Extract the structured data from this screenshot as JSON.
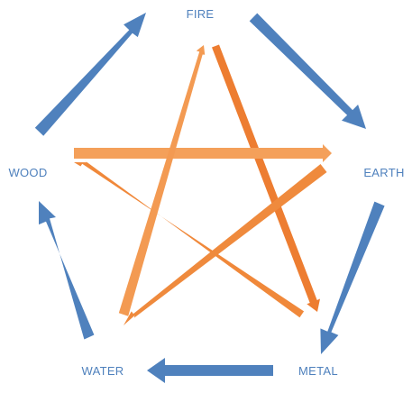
{
  "elements": {
    "fire": "FIRE",
    "earth": "EARTH",
    "metal": "METAL",
    "water": "WATER",
    "wood": "WOOD"
  },
  "cycles": {
    "generating": {
      "order": [
        "fire",
        "earth",
        "metal",
        "water",
        "wood"
      ],
      "color": "#4f81bd"
    },
    "overcoming": {
      "order": [
        "fire",
        "metal",
        "wood",
        "earth",
        "water"
      ],
      "color": "#f0883a"
    }
  },
  "colors": {
    "label": "#4f81bd",
    "generating": "#4f81bd",
    "overcoming": "#f0883a",
    "overcoming_shade": "#d8682a"
  }
}
